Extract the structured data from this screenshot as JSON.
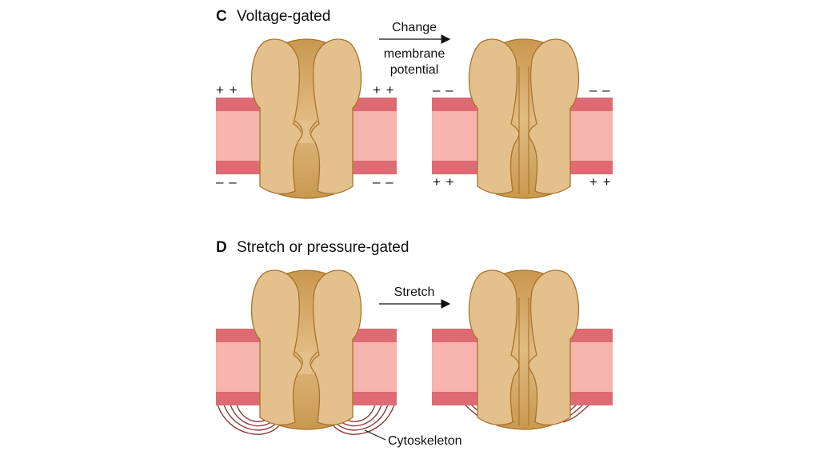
{
  "colors": {
    "membrane_inner": "#f7b3ad",
    "membrane_outer": "#de6b73",
    "channel_fill": "#e3c08c",
    "channel_dark": "#c99a55",
    "channel_stroke": "#a8742b",
    "cytoskeleton": "#8a3b3b",
    "arrow": "#111111"
  },
  "panel_c": {
    "letter": "C",
    "title": "Voltage-gated",
    "arrow_label_lines": [
      "Change",
      "membrane",
      "potential"
    ],
    "left_state": {
      "gate": "closed",
      "top_charges_left": "+ +",
      "top_charges_right": "+ +",
      "bottom_charges_left": "– –",
      "bottom_charges_right": "– –"
    },
    "right_state": {
      "gate": "open",
      "top_charges_left": "– –",
      "top_charges_right": "– –",
      "bottom_charges_left": "+ +",
      "bottom_charges_right": "+ +"
    }
  },
  "panel_d": {
    "letter": "D",
    "title": "Stretch or pressure-gated",
    "arrow_label": "Stretch",
    "cytoskeleton_label": "Cytoskeleton",
    "left_state": {
      "gate": "closed"
    },
    "right_state": {
      "gate": "open"
    }
  }
}
